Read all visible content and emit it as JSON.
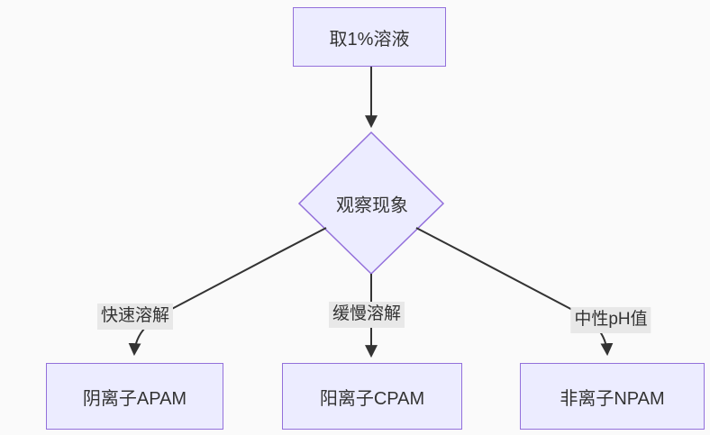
{
  "diagram": {
    "type": "flowchart",
    "direction": "top-down",
    "colors": {
      "background": "#fafafa",
      "node_fill": "#ECECFF",
      "node_border": "#9370DB",
      "edge_line": "#333333",
      "edge_label_bg": "#e8e8e8",
      "text": "#333333"
    },
    "nodes": {
      "start": {
        "label": "取1%溶液",
        "shape": "rectangle"
      },
      "decision": {
        "label": "观察现象",
        "shape": "diamond"
      },
      "apam": {
        "label": "阴离子APAM",
        "shape": "rectangle"
      },
      "cpam": {
        "label": "阳离子CPAM",
        "shape": "rectangle"
      },
      "npam": {
        "label": "非离子NPAM",
        "shape": "rectangle"
      }
    },
    "edges": [
      {
        "from": "start",
        "to": "decision",
        "label": ""
      },
      {
        "from": "decision",
        "to": "apam",
        "label": "快速溶解"
      },
      {
        "from": "decision",
        "to": "cpam",
        "label": "缓慢溶解"
      },
      {
        "from": "decision",
        "to": "npam",
        "label": "中性pH值"
      }
    ]
  }
}
